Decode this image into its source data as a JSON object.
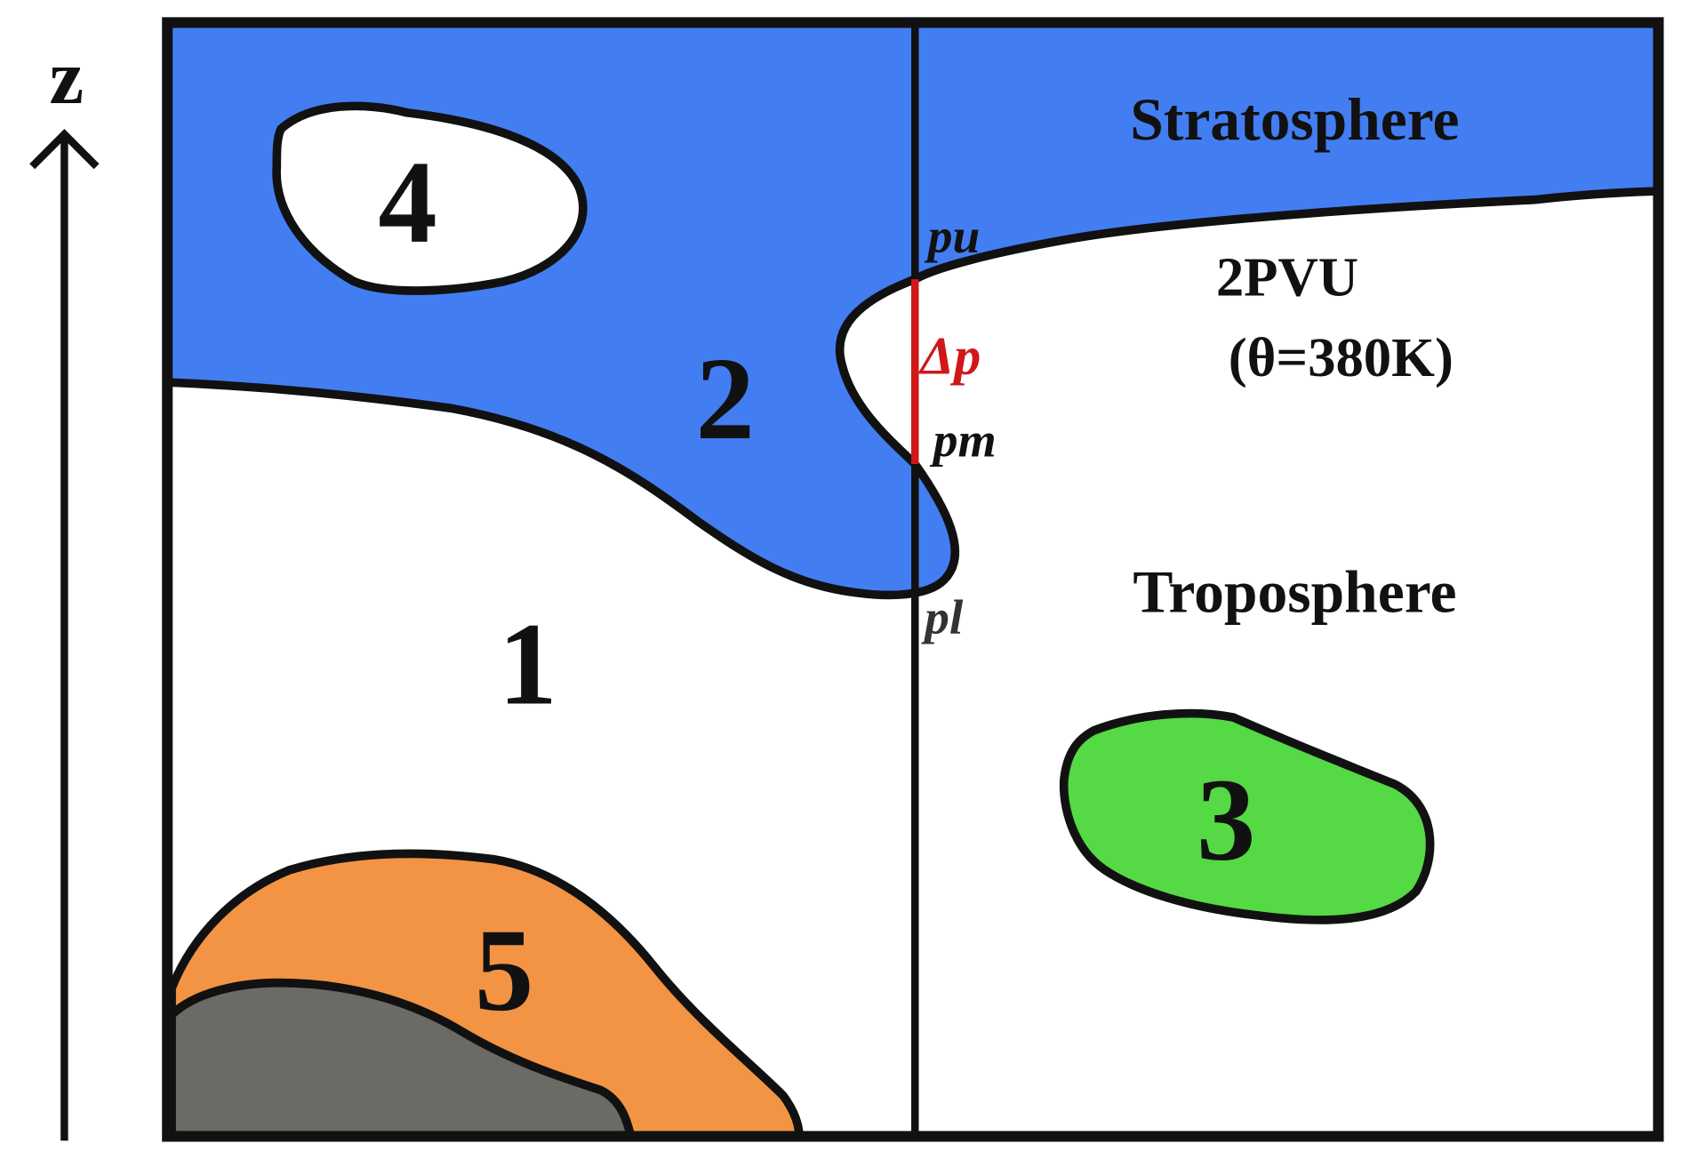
{
  "axis": {
    "label": "z"
  },
  "regions": {
    "stratosphere": "Stratosphere",
    "troposphere": "Troposphere",
    "tropopause_label": "2PVU",
    "tropopause_theta": "(θ=380K)"
  },
  "markers": {
    "p_upper": "pu",
    "p_middle": "pm",
    "p_lower": "pl",
    "delta_p": "Δp"
  },
  "numbers": [
    "1",
    "2",
    "3",
    "4",
    "5"
  ],
  "colors": {
    "stratosphere": "#437df2",
    "region3": "#55d944",
    "region5": "#f29443",
    "ground": "#6b6a65",
    "delta_p": "#d01818"
  }
}
